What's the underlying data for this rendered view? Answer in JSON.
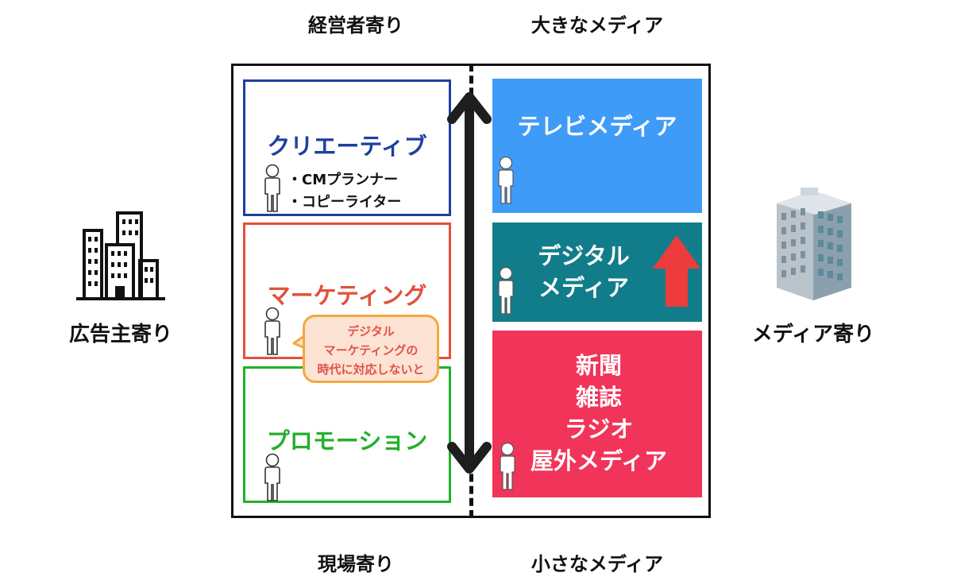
{
  "axis": {
    "top_left": "経営者寄り",
    "top_right": "大きなメディア",
    "bottom_left": "現場寄り",
    "bottom_right": "小さなメディア",
    "left_side": "広告主寄り",
    "right_side": "メディア寄り"
  },
  "left_boxes": {
    "creative": {
      "title": "クリエーティブ",
      "items": [
        "・CMプランナー",
        "・コピーライター"
      ],
      "color": "#1f3f9e"
    },
    "marketing": {
      "title": "マーケティング",
      "color": "#e0523d"
    },
    "promotion": {
      "title": "プロモーション",
      "color": "#22b02a"
    }
  },
  "bubble": {
    "lines": [
      "デジタル",
      "マーケティングの",
      "時代に対応しないと"
    ]
  },
  "right_boxes": {
    "tv": {
      "title": "テレビメディア",
      "color": "#3f9bf8"
    },
    "digital": {
      "lines": [
        "デジタル",
        "メディア"
      ],
      "color": "#127d8a"
    },
    "print": {
      "lines": [
        "新聞",
        "雑誌",
        "ラジオ",
        "屋外メディア"
      ],
      "color": "#f1345a"
    }
  },
  "icons": [
    "company-buildings-icon",
    "office-tower-icon",
    "person-icon",
    "double-arrow-icon",
    "up-arrow-icon"
  ],
  "colors": {
    "arrow_up": "#ee3b3b",
    "frame": "#111111"
  }
}
